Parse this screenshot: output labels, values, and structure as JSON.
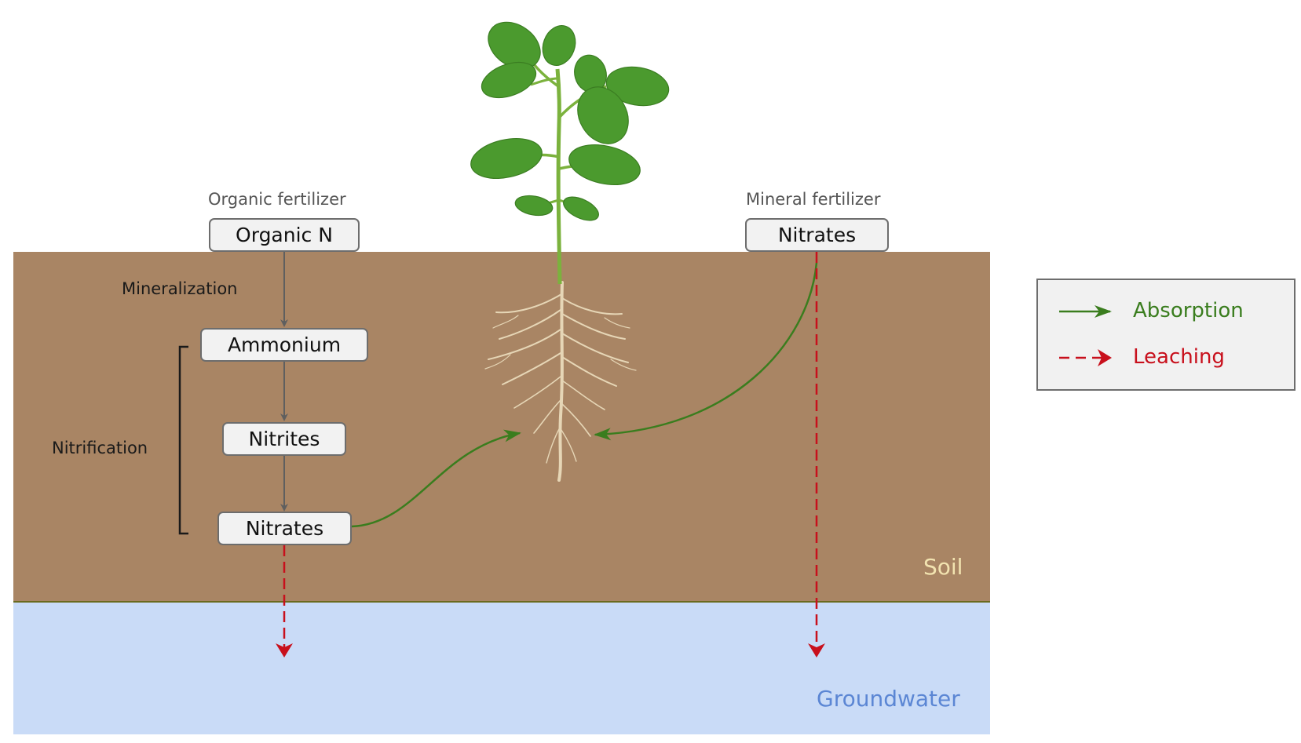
{
  "layers": {
    "soil_label": "Soil",
    "groundwater_label": "Groundwater",
    "soil_color": "#a98564",
    "groundwater_color": "#c9dbf7"
  },
  "organic": {
    "caption": "Organic fertilizer",
    "source": "Organic N",
    "mineralization": "Mineralization",
    "ammonium": "Ammonium",
    "nitrification": "Nitrification",
    "nitrites": "Nitrites",
    "nitrates": "Nitrates"
  },
  "mineral": {
    "caption": "Mineral fertilizer",
    "source": "Nitrates"
  },
  "legend": {
    "absorption_label": "Absorption",
    "leaching_label": "Leaching",
    "absorption_color": "#3a7d1e",
    "leaching_color": "#c8101c"
  }
}
